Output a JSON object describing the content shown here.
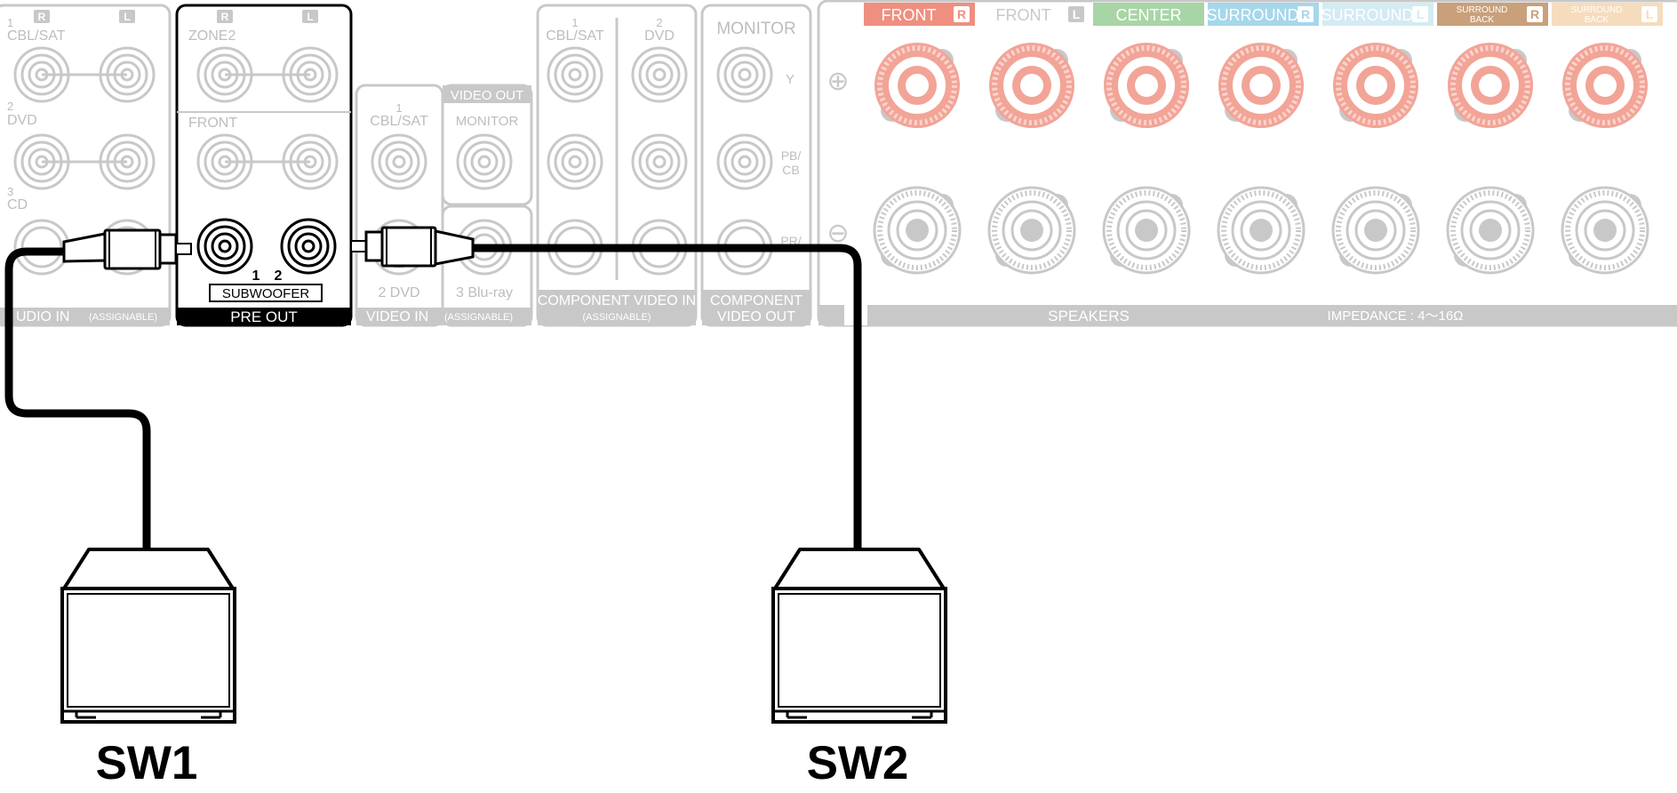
{
  "audio_in": {
    "r_badge": "R",
    "l_badge": "L",
    "label_1": "1",
    "label_1_name": "CBL/SAT",
    "label_2": "2",
    "label_2_name": "DVD",
    "label_3": "3",
    "label_3_name": "CD",
    "footer_main": "UDIO IN",
    "footer_sub": "(ASSIGNABLE)"
  },
  "pre_out": {
    "r_badge": "R",
    "l_badge": "L",
    "zone2": "ZONE2",
    "front": "FRONT",
    "sub_num_1": "1",
    "sub_num_2": "2",
    "subwoofer": "SUBWOOFER",
    "footer": "PRE OUT"
  },
  "video_in": {
    "label_1": "1",
    "label_1_name": "CBL/SAT",
    "video_out_header": "VIDEO OUT",
    "monitor": "MONITOR",
    "label_2": "2 DVD",
    "label_3": "3 Blu-ray",
    "footer_main": "VIDEO IN",
    "footer_sub": "(ASSIGNABLE)"
  },
  "component_in": {
    "label_1": "1",
    "label_1_name": "CBL/SAT",
    "label_2": "2",
    "label_2_name": "DVD",
    "footer_main": "COMPONENT VIDEO IN",
    "footer_sub": "(ASSIGNABLE)"
  },
  "component_out": {
    "header": "MONITOR",
    "y": "Y",
    "pb": "PB/",
    "cb": "CB",
    "pr": "PR/",
    "footer_1": "COMPONENT",
    "footer_2": "VIDEO OUT"
  },
  "speakers": {
    "plus_symbol": "⊕",
    "minus_symbol": "⊖",
    "channels": [
      {
        "name": "FRONT",
        "side": "R",
        "color": "#ef8f80"
      },
      {
        "name": "FRONT",
        "side": "L",
        "color": "#ffffff"
      },
      {
        "name": "CENTER",
        "side": "",
        "color": "#a8d5a6"
      },
      {
        "name": "SURROUND",
        "side": "R",
        "color": "#a6d7ea"
      },
      {
        "name": "SURROUND",
        "side": "L",
        "color": "#d4ebf4"
      },
      {
        "name": "SURROUND BACK",
        "side": "R",
        "color": "#c9a07a"
      },
      {
        "name": "SURROUND BACK",
        "side": "L",
        "color": "#f5dcbd"
      }
    ],
    "footer": "SPEAKERS",
    "impedance": "IMPEDANCE : 4～16Ω",
    "terminal_color": "#f2a497"
  },
  "subwoofers": {
    "sw1": "SW1",
    "sw2": "SW2"
  },
  "colors": {
    "faded": "#c8c8c8",
    "faded_text": "#bdbdbd",
    "active": "#000000"
  }
}
